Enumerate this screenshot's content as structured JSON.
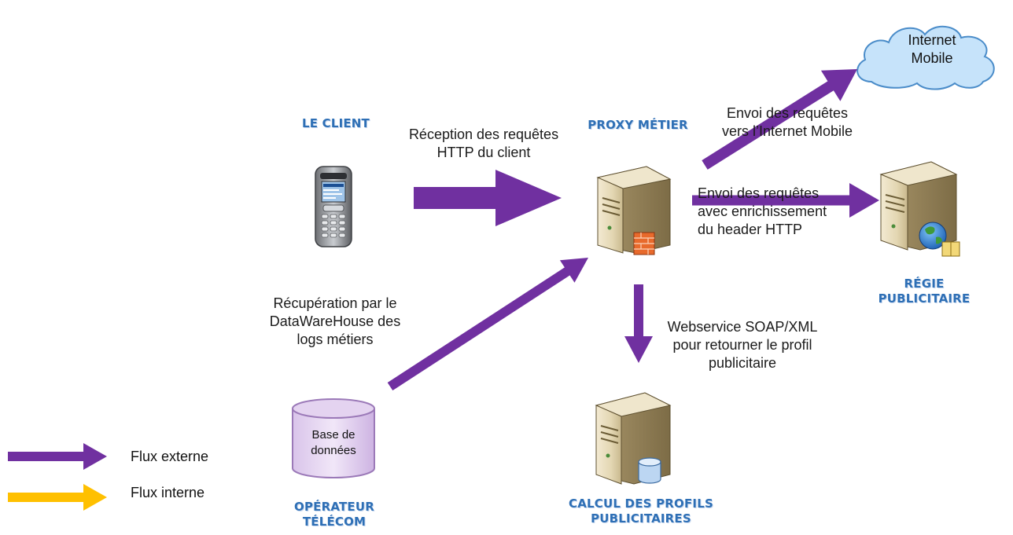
{
  "nodes": {
    "client": {
      "title": "LE CLIENT"
    },
    "proxy": {
      "title": "PROXY MÉTIER"
    },
    "regie": {
      "title": "RÉGIE\nPUBLICITAIRE"
    },
    "calcul": {
      "title": "CALCUL DES PROFILS\nPUBLICITAIRES"
    },
    "operateur": {
      "title": "OPÉRATEUR\nTÉLÉCOM"
    },
    "internet": {
      "label": "Internet\nMobile"
    },
    "database": {
      "label": "Base de\ndonnées"
    }
  },
  "flows": {
    "reception": "Réception des requêtes\nHTTP du client",
    "envoi_internet": "Envoi des requêtes\nvers l’Internet Mobile",
    "envoi_regie": "Envoi des requêtes\navec enrichissement\ndu header HTTP",
    "webservice": "Webservice SOAP/XML\npour retourner le profil\npublicitaire",
    "recuperation": "Récupération par le\nDataWareHouse des\nlogs métiers"
  },
  "legend": {
    "externe": {
      "label": "Flux externe",
      "color": "#7030a0"
    },
    "interne": {
      "label": "Flux interne",
      "color": "#ffc000"
    }
  },
  "colors": {
    "arrow_external": "#7030a0",
    "arrow_internal": "#ffc000",
    "title_blue": "#2e6fb5",
    "cloud_fill": "#c6e3fa",
    "cloud_stroke": "#4a8cc9",
    "database_fill": "#e4d3f0",
    "database_stroke": "#9b79b8"
  }
}
